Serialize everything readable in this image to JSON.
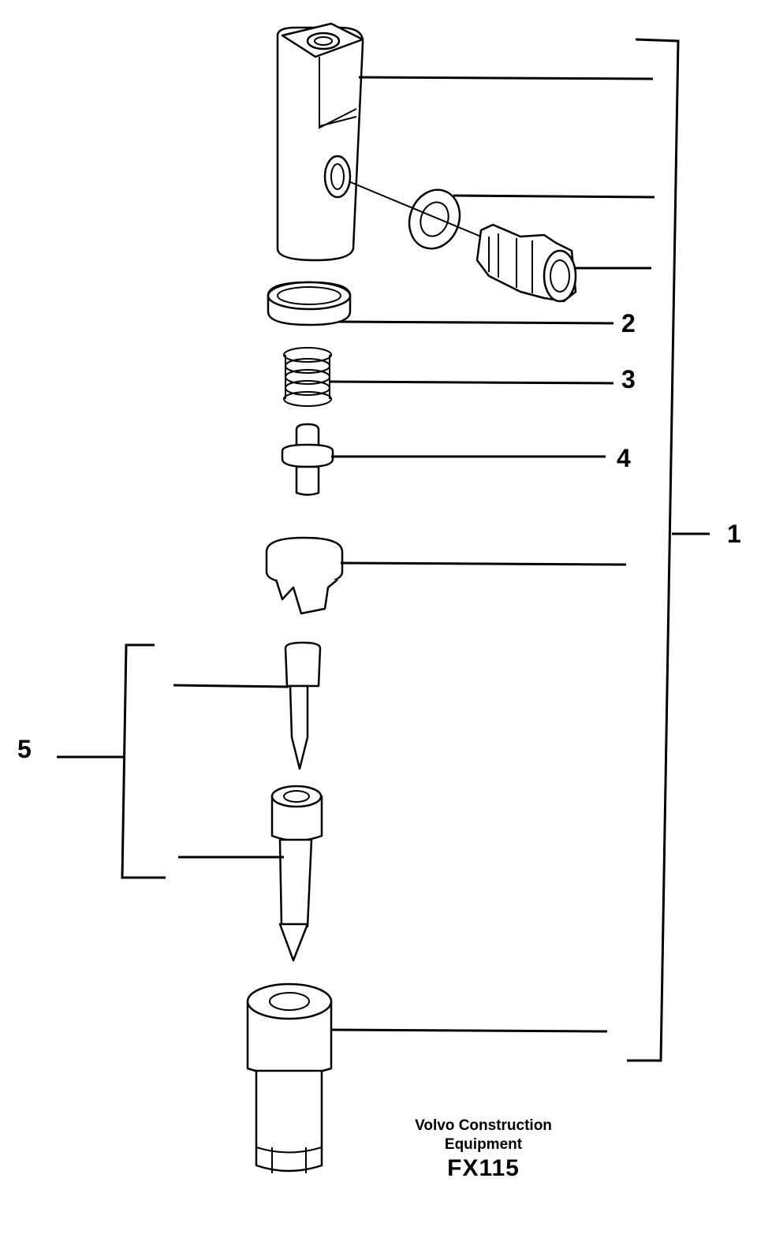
{
  "callouts": {
    "c1": "1",
    "c2": "2",
    "c3": "3",
    "c4": "4",
    "c5": "5"
  },
  "footer": {
    "line1": "Volvo Construction",
    "line2": "Equipment",
    "code": "FX115"
  }
}
